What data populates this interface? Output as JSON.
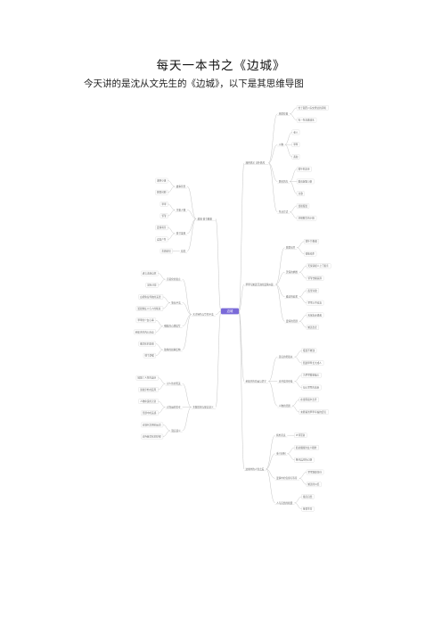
{
  "document": {
    "title": "每天一本书之《边城》",
    "subtitle": "今天讲的是沈从文先生的《边城》，以下是其思维导图"
  },
  "mindmap": {
    "center": "边城",
    "right_branches": [
      {
        "label": "湘西风光 淳朴民风",
        "children": [
          {
            "label": "地理位置",
            "children": [
              "位于湘西川东交界处的茶峒",
              "有一条清澈溪水"
            ]
          },
          {
            "label": "人物",
            "children": [
              "老人",
              "翠翠",
              "黄狗"
            ]
          },
          {
            "label": "民俗风光",
            "children": [
              "端午划龙舟",
              "婚丧嫁娶习俗",
              "对歌"
            ]
          },
          {
            "label": "生活方式",
            "children": [
              "渡船摆渡",
              "茶峒繁华的小镇"
            ]
          }
        ]
      },
      {
        "label": "翠翠与傩送兄弟的爱情纠葛",
        "children": [
          {
            "label": "情窦初开",
            "children": [
              "端午节相遇",
              "情愫暗生"
            ]
          },
          {
            "label": "天保的求婚",
            "children": [
              "天保请媒人上门提亲",
              "爷爷含糊其辞"
            ]
          },
          {
            "label": "傩送的追求",
            "children": [
              "夜里对歌",
              "翠翠心中欢喜"
            ]
          },
          {
            "label": "爱情的悲剧",
            "children": [
              "天保出走遇难",
              "傩送出走"
            ]
          }
        ]
      },
      {
        "label": "老船夫的命运与坚守",
        "children": [
          {
            "label": "善良的老船夫",
            "children": [
              "摆渡不收钱",
              "照顾翠翠长大成人"
            ]
          },
          {
            "label": "对孙女的牵挂",
            "children": [
              "为翠翠婚事操心",
              "担心翠翠的未来"
            ]
          },
          {
            "label": "人物的悲剧",
            "children": [
              "在雷雨夜中去世",
              "未能看到翠翠幸福的结局"
            ]
          }
        ]
      },
      {
        "label": "边城中的人性之美",
        "children": [
          {
            "label": "纯朴善良",
            "children": [
              "乡邻互助"
            ]
          },
          {
            "label": "重义轻利",
            "children": [
              "船总顺顺的仗义疏财",
              "杨马兵的热心肠"
            ]
          },
          {
            "label": "爱情中的包容与等待",
            "children": [
              "翠翠默默等待",
              "傩送的纠结"
            ]
          },
          {
            "label": "人与自然的和谐",
            "children": [
              "顺应自然",
              "敬畏生命"
            ]
          }
        ]
      }
    ],
    "left_branches": [
      {
        "label": "故事 情节概要",
        "children": [
          {
            "label": "故事背景",
            "children": [
              "湘西小镇",
              "民国时期"
            ]
          },
          {
            "label": "主要人物",
            "children": [
              "翠翠",
              "爷爷"
            ]
          },
          {
            "label": "情节发展",
            "children": [
              "爱情萌芽",
              "误会产生"
            ]
          },
          {
            "label": "结局",
            "children": [
              "悲剧结局"
            ]
          }
        ]
      },
      {
        "label": "艺术特色与写作手法",
        "children": [
          {
            "label": "诗意化的语言",
            "children": [
              "语言清新自然",
              "富有诗意"
            ]
          },
          {
            "label": "象征手法",
            "children": [
              "白塔象征传统的美德",
              "渡船象征人与人的联系"
            ]
          },
          {
            "label": "细腻的心理描写",
            "children": [
              "翠翠的少女心事",
              "老船夫的内心活动"
            ]
          },
          {
            "label": "独特的叙事结构",
            "children": [
              "散文化的叙事",
              "情节舒缓"
            ]
          }
        ]
      },
      {
        "label": "主题思想与现实意义",
        "children": [
          {
            "label": "对人性的赞美",
            "children": [
              "展现了人性的美好",
              "讴歌淳朴的民风"
            ]
          },
          {
            "label": "对命运的思考",
            "children": [
              "人物命运的无常",
              "悲剧中的美感"
            ]
          },
          {
            "label": "现实意义",
            "children": [
              "对现代文明的反思",
              "对传统文化的珍视"
            ]
          }
        ]
      }
    ]
  },
  "colors": {
    "center_fill": "#7a6ad8",
    "line": "#bdbdbd",
    "box_border": "#d8d8d8"
  }
}
